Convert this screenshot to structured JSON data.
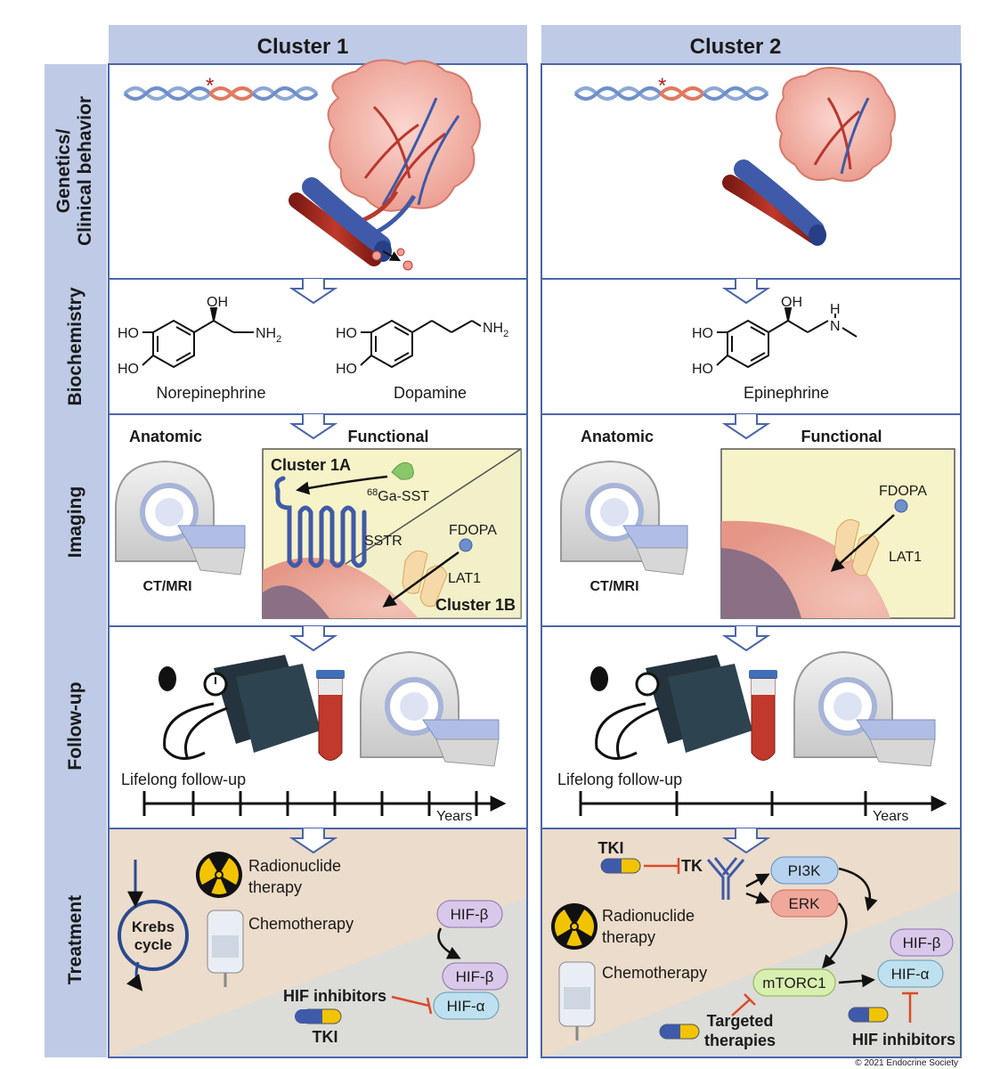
{
  "clusters": [
    {
      "title": "Cluster 1"
    },
    {
      "title": "Cluster 2"
    }
  ],
  "rows": [
    {
      "label_line1": "Genetics/",
      "label_line2": "Clinical behavior"
    },
    {
      "label": "Biochemistry"
    },
    {
      "label": "Imaging"
    },
    {
      "label": "Follow-up"
    },
    {
      "label": "Treatment"
    }
  ],
  "biochemistry": {
    "cluster1": [
      {
        "name": "Norepinephrine",
        "oh": "OH",
        "ho1": "HO",
        "ho2": "HO",
        "amine": "NH",
        "amine_sub": "2"
      },
      {
        "name": "Dopamine",
        "ho1": "HO",
        "ho2": "HO",
        "amine": "NH",
        "amine_sub": "2"
      }
    ],
    "cluster2": [
      {
        "name": "Epinephrine",
        "oh": "OH",
        "ho1": "HO",
        "ho2": "HO",
        "h": "H",
        "n": "N"
      }
    ]
  },
  "imaging": {
    "anatomic": "Anatomic",
    "functional": "Functional",
    "ct_mri": "CT/MRI",
    "cluster1a": "Cluster 1A",
    "cluster1b": "Cluster 1B",
    "ga_sup": "68",
    "ga_tracer": "Ga-SST",
    "sstr": "SSTR",
    "fdopa": "FDOPA",
    "lat1": "LAT1"
  },
  "followup": {
    "label": "Lifelong follow-up",
    "years": "Years"
  },
  "treatment": {
    "cluster1": {
      "radionuclide_1": "Radionuclide",
      "radionuclide_2": "therapy",
      "chemotherapy": "Chemotherapy",
      "krebs_1": "Krebs",
      "krebs_2": "cycle",
      "hif_beta_top": "HIF-β",
      "hif_beta": "HIF-β",
      "hif_alpha": "HIF-α",
      "hif_inhibitors": "HIF inhibitors",
      "tki": "TKI"
    },
    "cluster2": {
      "tki": "TKI",
      "tk": "TK",
      "pi3k": "PI3K",
      "erk": "ERK",
      "radionuclide_1": "Radionuclide",
      "radionuclide_2": "therapy",
      "chemotherapy": "Chemotherapy",
      "mtorc1": "mTORC1",
      "hif_beta": "HIF-β",
      "hif_alpha": "HIF-α",
      "targeted_1": "Targeted",
      "targeted_2": "therapies",
      "hif_inhibitors": "HIF inhibitors"
    }
  },
  "copyright": "© 2021 Endocrine Society",
  "colors": {
    "header_band": "#bfcbe6",
    "panel_border": "#4a66a8",
    "treatment_tan": "#ecdccb",
    "treatment_grey": "#dcdcd8",
    "functional_yellow": "#f6f3c8",
    "pi3k": "#b7d2ee",
    "erk": "#f0a89b",
    "hif_beta": "#d9c8ea",
    "hif_alpha": "#bfe0ee",
    "mtorc1": "#d9efb0"
  }
}
